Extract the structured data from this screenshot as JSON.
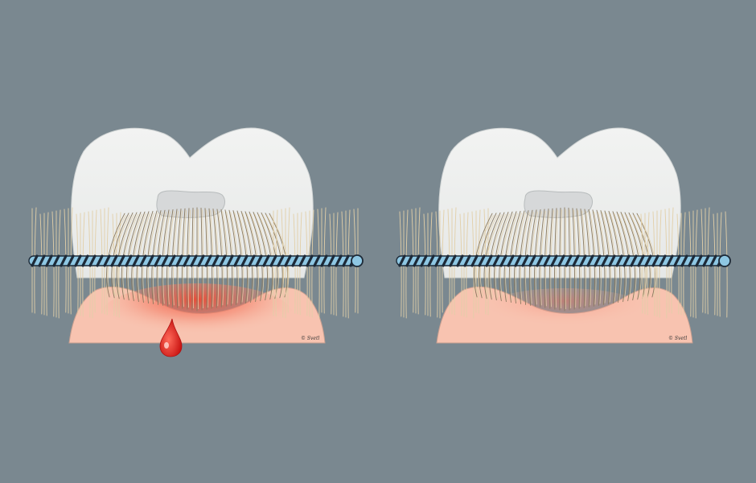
{
  "colors": {
    "background": "#7a8890",
    "tooth": "#eff0ef",
    "tooth_shadow": "#d5d8d8",
    "gum": "#f8c3b0",
    "gum_inflamed": "#f0503a",
    "bristle": "#e2cfa8",
    "bristle_shadow": "#8a7a60",
    "wire_blue": "#8ec7e3",
    "wire_dark": "#1d2a38",
    "blood": "#e0201c"
  },
  "panels": [
    {
      "id": "left",
      "signature": "© Svetl",
      "bleeding": true,
      "inflamed": true
    },
    {
      "id": "right",
      "signature": "© Svetl",
      "bleeding": false,
      "inflamed": false
    }
  ]
}
